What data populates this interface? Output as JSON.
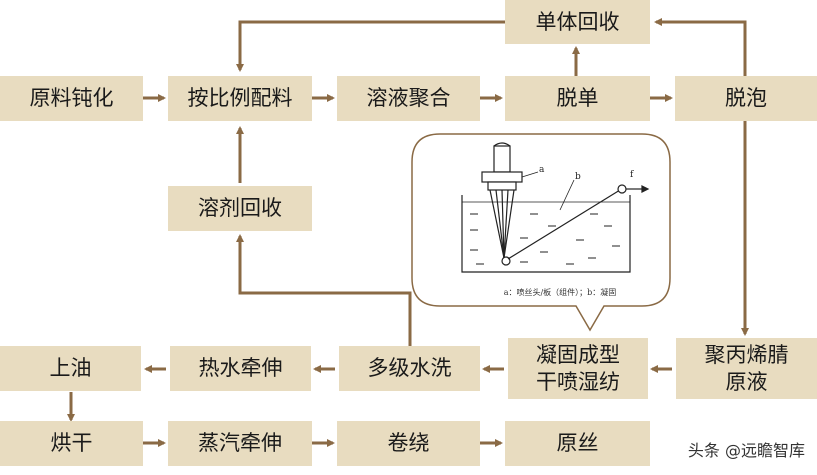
{
  "nodes": {
    "raw_passivation": "原料钝化",
    "proportioning": "按比例配料",
    "solution_polymerization": "溶液聚合",
    "demonomerization": "脱单",
    "defoaming": "脱泡",
    "monomer_recovery": "单体回收",
    "solvent_recovery": "溶剂回收",
    "pan_solution_line1": "聚丙烯腈",
    "pan_solution_line2": "原液",
    "spinning_line1": "凝固成型",
    "spinning_line2": "干喷湿纺",
    "multistage_wash": "多级水洗",
    "hot_water_stretch": "热水牵伸",
    "oiling": "上油",
    "drying": "烘干",
    "steam_stretch": "蒸汽牵伸",
    "winding": "卷绕",
    "precursor": "原丝"
  },
  "inset": {
    "caption": "a：喷丝头/板（组件）；b：凝固",
    "label_a": "a",
    "label_b": "b",
    "label_f": "f"
  },
  "watermark": "头条 @远瞻智库",
  "colors": {
    "box_fill": "#e8dcc0",
    "arrow": "#8a6a45",
    "bubble_border": "#8a6a45"
  }
}
